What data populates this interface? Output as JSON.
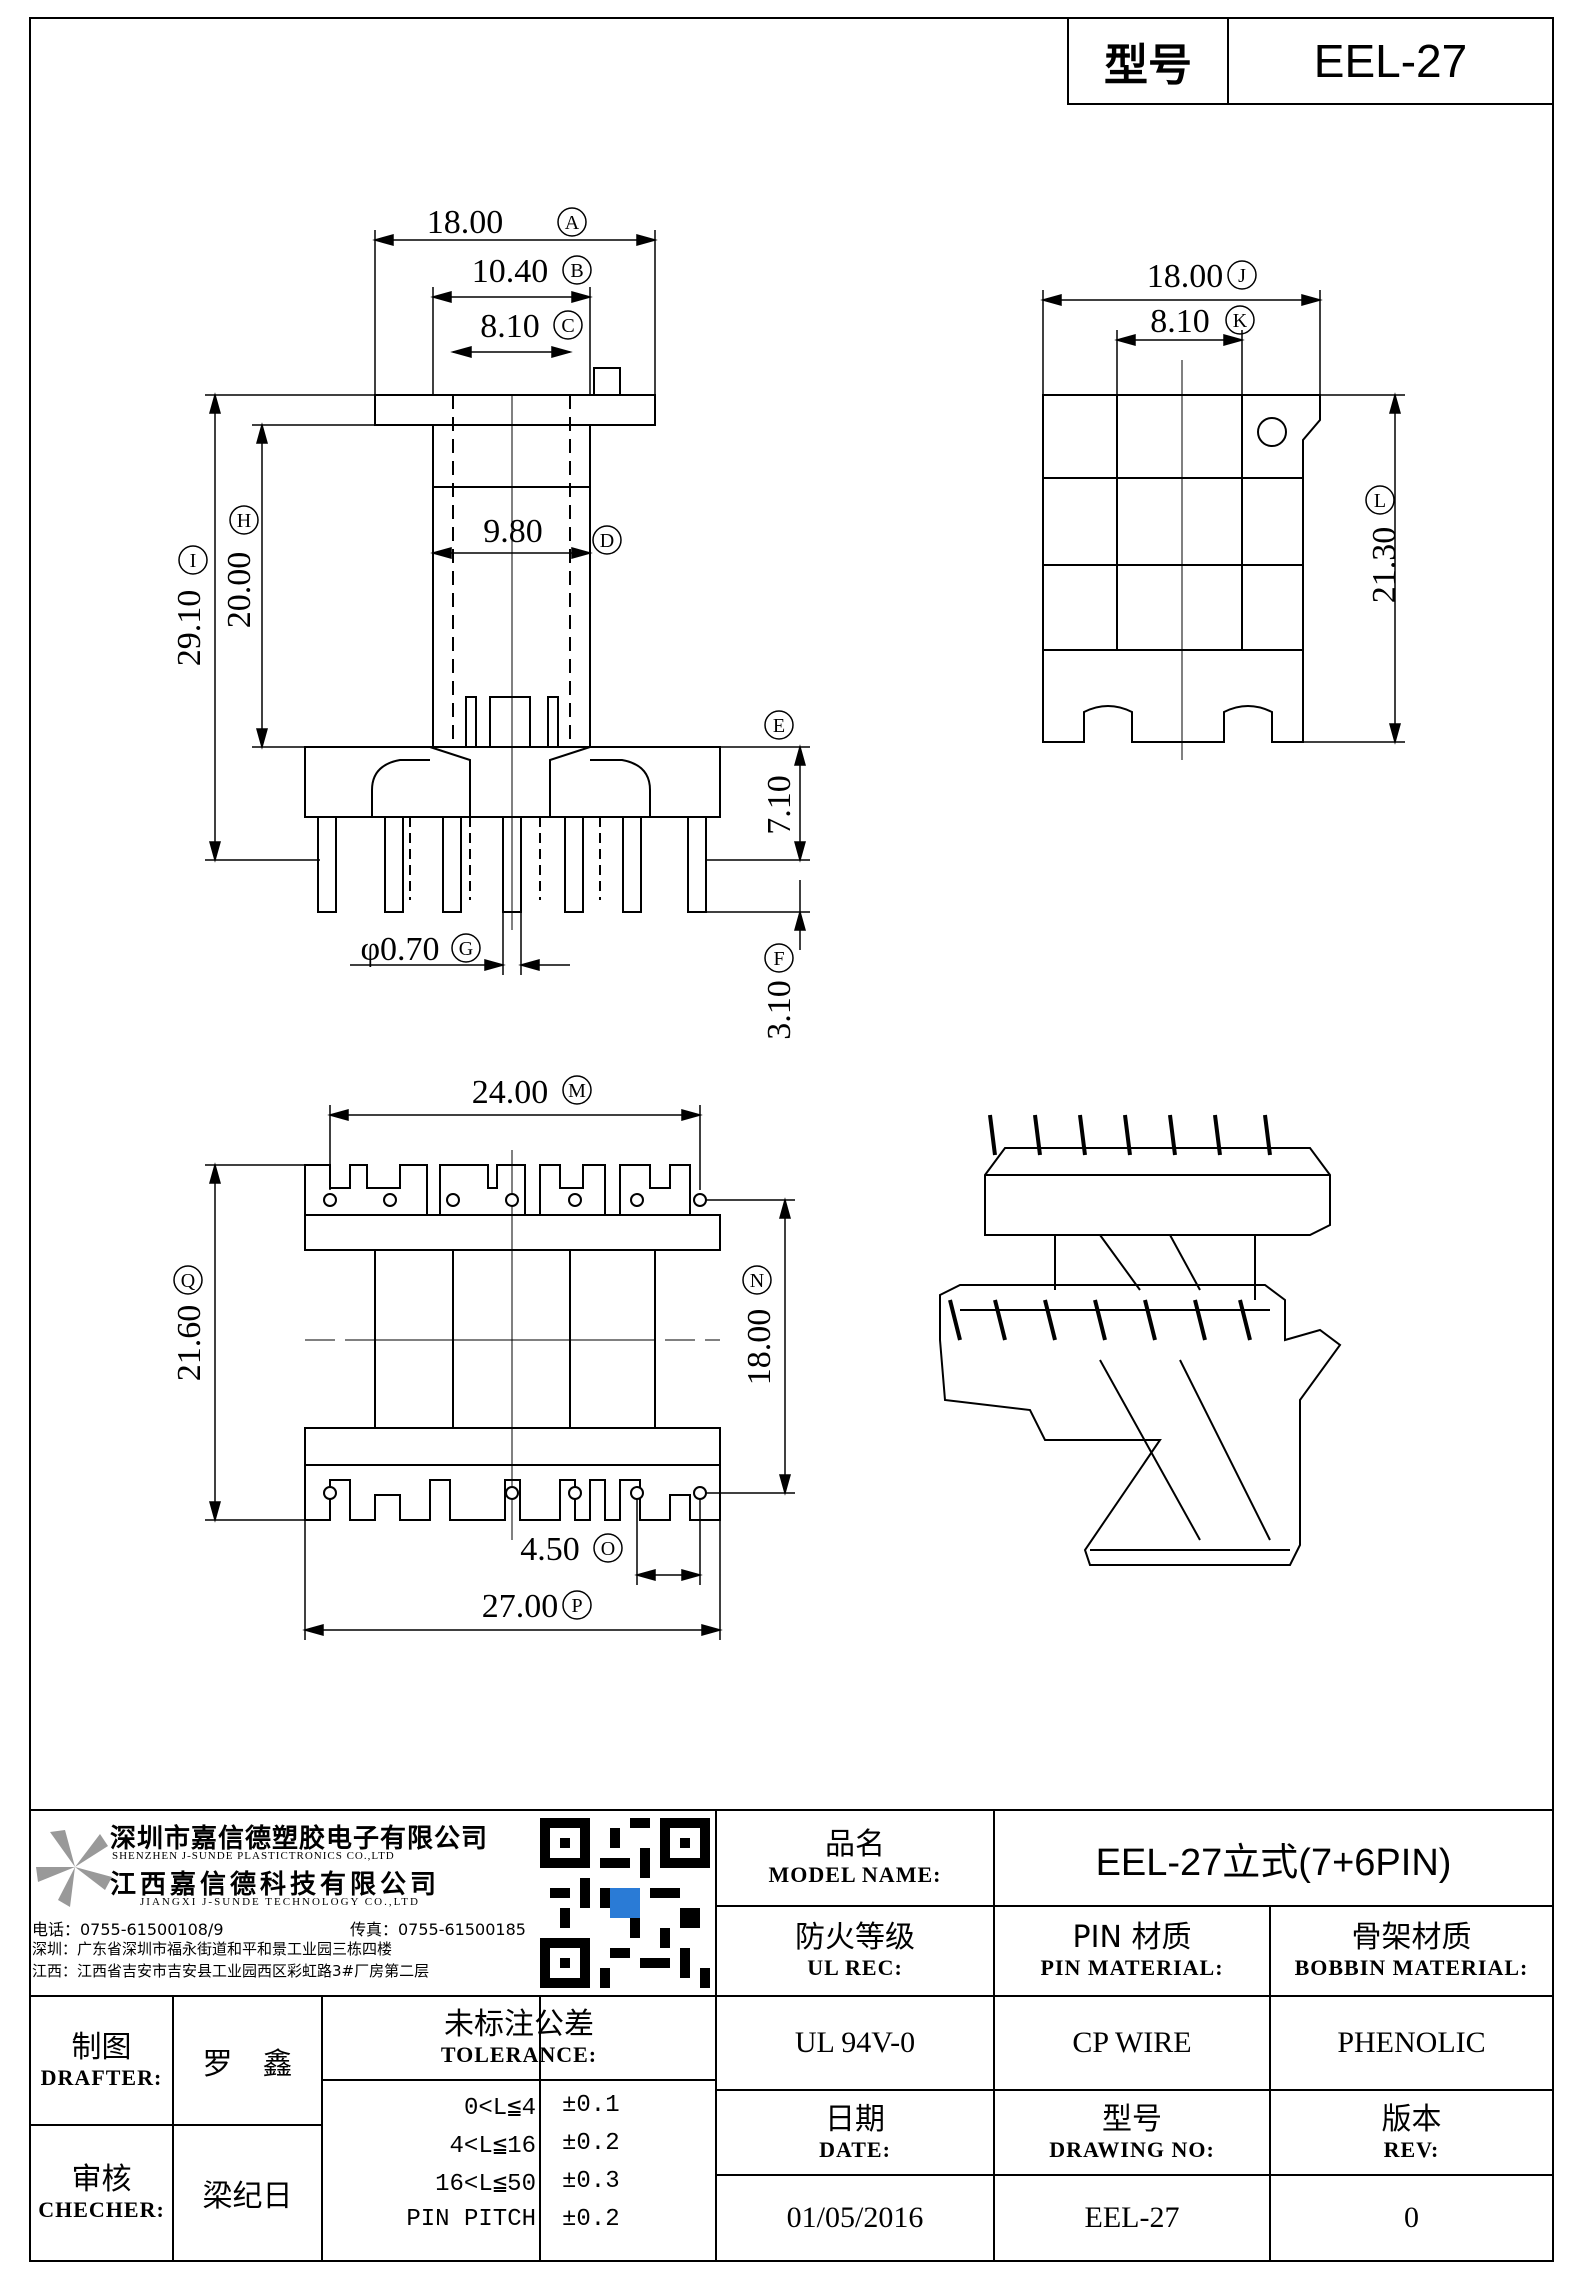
{
  "header": {
    "type_label": "型号",
    "type_value": "EEL-27"
  },
  "dims": {
    "A": "18.00",
    "B": "10.40",
    "C": "8.10",
    "D": "9.80",
    "E": "7.10",
    "F": "3.10",
    "G": "φ0.70",
    "H": "20.00",
    "I": "29.10",
    "J": "18.00",
    "K": "8.10",
    "L": "21.30",
    "M": "24.00",
    "N": "18.00",
    "O": "4.50",
    "P": "27.00",
    "Q": "21.60"
  },
  "circle_letters": {
    "A": "A",
    "B": "B",
    "C": "C",
    "D": "D",
    "E": "E",
    "F": "F",
    "G": "G",
    "H": "H",
    "I": "I",
    "J": "J",
    "K": "K",
    "L": "L",
    "M": "M",
    "N": "N",
    "O": "O",
    "P": "P",
    "Q": "Q"
  },
  "company": {
    "name_cn_1": "深圳市嘉信德塑胶电子有限公司",
    "name_en_1": "SHENZHEN J-SUNDE PLASTICTRONICS CO.,LTD",
    "name_cn_2": "江西嘉信德科技有限公司",
    "name_en_2": "JIANGXI J-SUNDE TECHNOLOGY CO.,LTD",
    "tel": "电话：0755-61500108/9",
    "fax": "传真：0755-61500185",
    "addr_sz": "深圳：广东省深圳市福永街道和平和景工业园三栋四楼",
    "addr_jx": "江西：江西省吉安市吉安县工业园西区彩虹路3#厂房第二层"
  },
  "title_block": {
    "model_name_cn": "品名",
    "model_name_en": "MODEL NAME:",
    "model_name_value": "EEL-27立式(7+6PIN)",
    "ul_cn": "防火等级",
    "ul_en": "UL REC:",
    "ul_value": "UL 94V-0",
    "pin_cn": "PIN 材质",
    "pin_en": "PIN MATERIAL:",
    "pin_value": "CP WIRE",
    "bobbin_cn": "骨架材质",
    "bobbin_en": "BOBBIN MATERIAL:",
    "bobbin_value": "PHENOLIC",
    "drafter_cn": "制图",
    "drafter_en": "DRAFTER:",
    "drafter_value": "罗　鑫",
    "checker_cn": "审核",
    "checker_en": "CHECHER:",
    "checker_value": "梁纪日",
    "tol_cn": "未标注公差",
    "tol_en": "TOLERANCE:",
    "tolerances": [
      {
        "range": "0<L≦4",
        "value": "±0.1"
      },
      {
        "range": "4<L≦16",
        "value": "±0.2"
      },
      {
        "range": "16<L≦50",
        "value": "±0.3"
      },
      {
        "range": "PIN PITCH",
        "value": "±0.2"
      }
    ],
    "date_cn": "日期",
    "date_en": "DATE:",
    "date_value": "01/05/2016",
    "drawing_cn": "型号",
    "drawing_en": "DRAWING NO:",
    "drawing_value": "EEL-27",
    "rev_cn": "版本",
    "rev_en": "REV:",
    "rev_value": "0"
  }
}
